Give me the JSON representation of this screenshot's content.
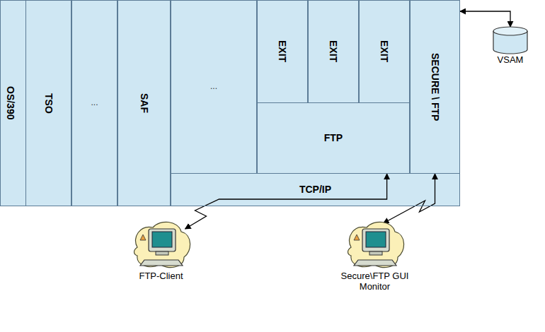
{
  "diagram": {
    "nodes": [
      {
        "text": [
          "OS/390"
        ]
      },
      {
        "text": [
          "TSO"
        ],
        "in": 0
      },
      {
        "text": [
          "..."
        ],
        "in": 0
      },
      {
        "text": [
          "SAF"
        ],
        "in": 0
      },
      {
        "text": [
          "..."
        ],
        "in": 0
      },
      {
        "text": [
          "TCP/IP"
        ],
        "in": 0
      },
      {
        "text": [
          "FTP"
        ],
        "in": 0
      },
      {
        "text": [
          "EXIT"
        ],
        "in": 0
      },
      {
        "text": [
          "EXIT"
        ],
        "in": 0
      },
      {
        "text": [
          "EXIT"
        ],
        "in": 0
      },
      {
        "text": [
          "SECURE \\ FTP"
        ],
        "in": 0
      },
      {
        "text": [
          "VSAM"
        ]
      },
      {
        "text": [
          "FTP-Client"
        ]
      },
      {
        "text": [
          "Secure\\FTP GUI Monitor"
        ]
      }
    ],
    "edges": [
      {
        "from": 10,
        "to": 11,
        "arrow": "both"
      },
      {
        "from": 12,
        "to": 6,
        "arrow": "both"
      },
      {
        "from": 10,
        "to": 13,
        "arrow": "both"
      }
    ]
  }
}
